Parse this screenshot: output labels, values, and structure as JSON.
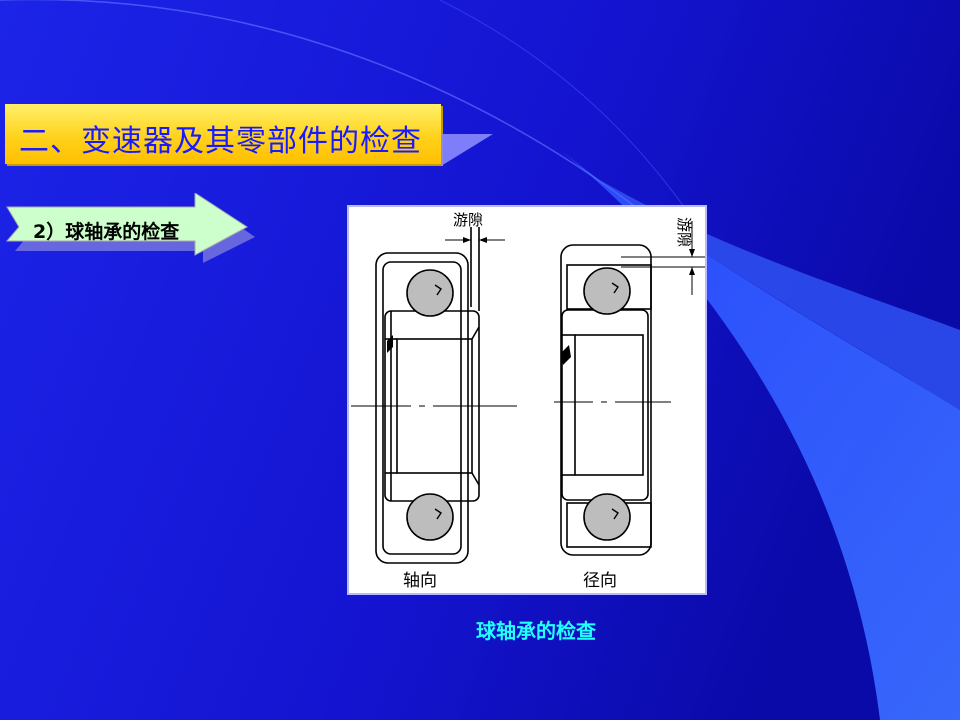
{
  "slide": {
    "title": "二、变速器及其零部件的检查",
    "subtitle": "2）球轴承的检查",
    "caption": "球轴承的检查"
  },
  "diagram": {
    "clearance_label": "游隙",
    "clearance_label_vertical": "游隙",
    "axial_label": "轴向",
    "radial_label": "径向"
  },
  "colors": {
    "background": "#1414d8",
    "title_fill": "#ffd21c",
    "title_text": "#1a1aff",
    "arrow_fill": "#ccffcc",
    "caption_text": "#22ffff"
  }
}
